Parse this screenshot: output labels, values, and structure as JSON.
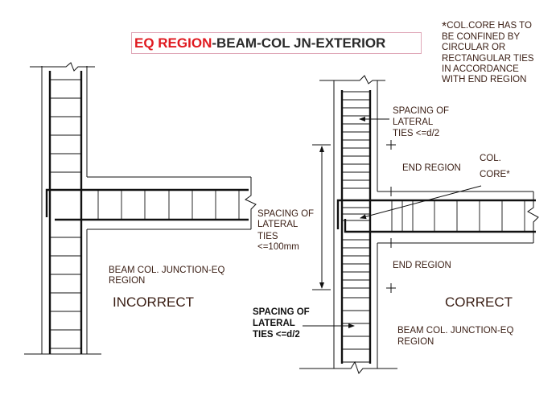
{
  "title": {
    "part1": "EQ REGION",
    "part2": "-BEAM-COL JN-EXTERIOR",
    "part1_color": "#e01a20",
    "part2_color": "#2a2a2a"
  },
  "note": {
    "star": "*",
    "lines": [
      "COL.CORE HAS TO",
      "BE CONFINED BY",
      "CIRCULAR OR",
      "RECTANGULAR TIES",
      "IN ACCORDANCE",
      "WITH END REGION"
    ]
  },
  "left": {
    "spacing_lines": [
      "SPACING    OF",
      "LATERAL",
      "TIES",
      "<=100mm"
    ],
    "junction_lines": [
      "BEAM COL. JUNCTION-EQ",
      "REGION"
    ],
    "verdict": "INCORRECT"
  },
  "right": {
    "spacing_top_lines": [
      "SPACING    OF",
      "LATERAL",
      "TIES <=d/2"
    ],
    "end_region_top": "END REGION",
    "col_core_lines": [
      "COL.",
      "CORE*"
    ],
    "end_region_bottom": "END REGION",
    "spacing_bottom_lines": [
      "SPACING    OF",
      "LATERAL",
      "TIES <=d/2"
    ],
    "verdict": "CORRECT",
    "junction_lines": [
      "BEAM COL. JUNCTION-EQ",
      "REGION"
    ]
  },
  "colors": {
    "line": "#111111",
    "text": "#3a1e14",
    "title_border": "#e0a8b8"
  }
}
